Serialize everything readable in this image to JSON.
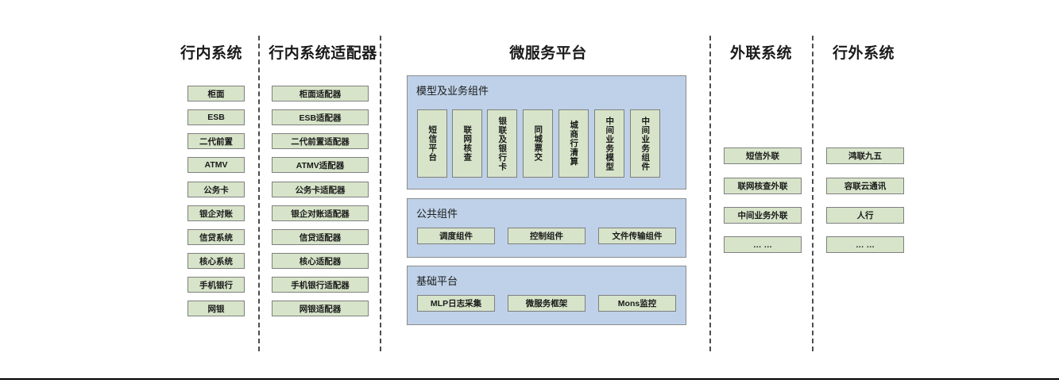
{
  "diagram": {
    "title_row": [
      {
        "label": "行内系统"
      },
      {
        "label": "行内系统适配器"
      },
      {
        "label": "微服务平台"
      },
      {
        "label": "外联系统"
      },
      {
        "label": "行外系统"
      }
    ],
    "columns": {
      "internal_systems": {
        "header": "行内系统",
        "items": [
          "柜面",
          "ESB",
          "二代前置",
          "ATMV",
          "公务卡",
          "银企对账",
          "信贷系统",
          "核心系统",
          "手机银行",
          "网银"
        ]
      },
      "internal_adapters": {
        "header": "行内系统适配器",
        "items": [
          "柜面适配器",
          "ESB适配器",
          "二代前置适配器",
          "ATMV适配器",
          "公务卡适配器",
          "银企对账适配器",
          "信贷适配器",
          "核心适配器",
          "手机银行适配器",
          "网银适配器"
        ]
      },
      "microservice_platform": {
        "header": "微服务平台",
        "groups": [
          {
            "title": "模型及业务组件",
            "orientation": "vertical",
            "items": [
              "短信平台",
              "联网核查",
              "银联及银行卡",
              "同城票交",
              "城商行清算",
              "中间业务模型",
              "中间业务组件"
            ]
          },
          {
            "title": "公共组件",
            "orientation": "horizontal",
            "items": [
              "调度组件",
              "控制组件",
              "文件传输组件"
            ]
          },
          {
            "title": "基础平台",
            "orientation": "horizontal",
            "items": [
              "MLP日志采集",
              "微服务框架",
              "Mons监控"
            ]
          }
        ]
      },
      "external_link_systems": {
        "header": "外联系统",
        "items": [
          "短信外联",
          "联网核查外联",
          "中间业务外联",
          "… …"
        ]
      },
      "outside_bank_systems": {
        "header": "行外系统",
        "items": [
          "鸿联九五",
          "容联云通讯",
          "人行",
          "… …"
        ]
      }
    },
    "colors": {
      "node_fill": "#d7e4c9",
      "node_border": "#7f7f7f",
      "panel_fill": "#bed1e8",
      "panel_border": "#8c8c8c",
      "divider": "#4d4d4d",
      "text": "#1a1a1a"
    }
  }
}
